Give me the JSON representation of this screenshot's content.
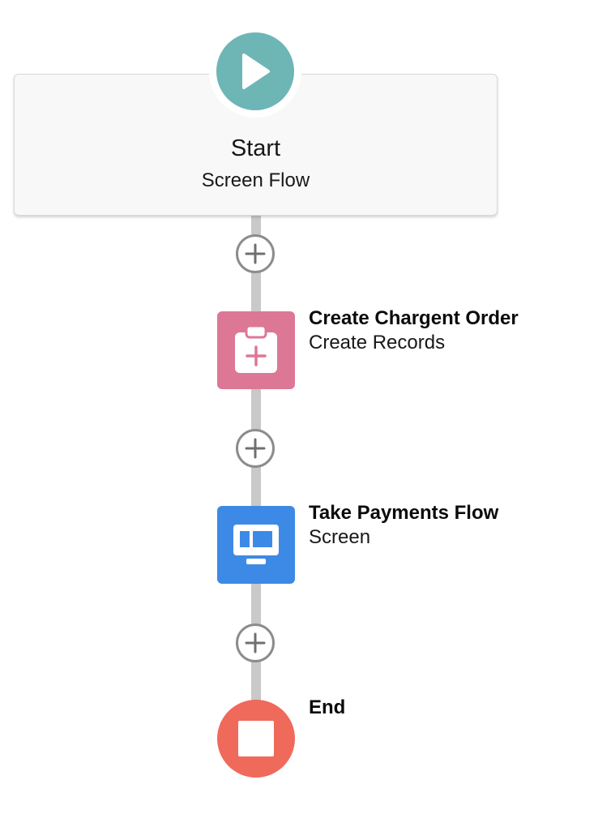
{
  "start": {
    "title": "Start",
    "subtitle": "Screen Flow",
    "icon": "play-icon",
    "color": "#6eb6b5"
  },
  "nodes": [
    {
      "title": "Create Chargent Order",
      "subtitle": "Create Records",
      "icon": "clipboard-add-icon",
      "color": "#dc7896"
    },
    {
      "title": "Take Payments Flow",
      "subtitle": "Screen",
      "icon": "screen-icon",
      "color": "#3d8ae6"
    }
  ],
  "end": {
    "title": "End",
    "icon": "stop-icon",
    "color": "#ef6a5a"
  },
  "add_button_icon": "plus-icon",
  "connector_color": "#c9c9c9"
}
